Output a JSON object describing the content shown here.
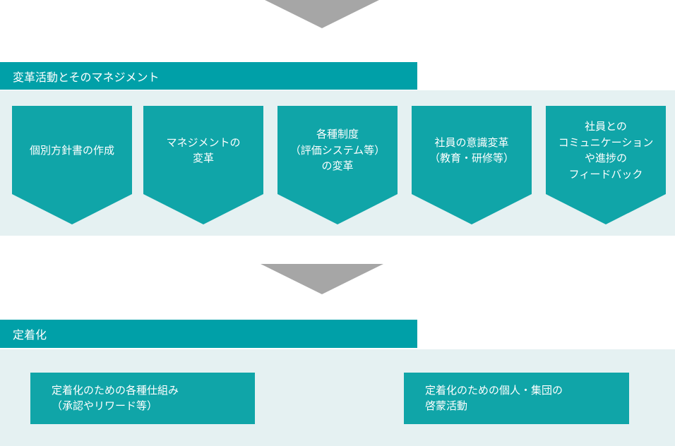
{
  "colors": {
    "header_teal": "#00a0a8",
    "shape_teal": "#10a5a8",
    "panel_background": "#e5f1f2",
    "arrow_gray": "#a6a6a6",
    "text_white": "#ffffff"
  },
  "sections": [
    {
      "title": "変革活動とそのマネジメント",
      "items": [
        {
          "label": "個別方針書の作成"
        },
        {
          "label": "マネジメントの\n変革"
        },
        {
          "label": "各種制度\n（評価システム等）\nの変革"
        },
        {
          "label": "社員の意識変革\n（教育・研修等）"
        },
        {
          "label": "社員との\nコミュニケーション\nや進捗の\nフィードバック"
        }
      ]
    },
    {
      "title": "定着化",
      "items": [
        {
          "label": "定着化のための各種仕組み\n（承認やリワード等）"
        },
        {
          "label": "定着化のための個人・集団の\n啓蒙活動"
        }
      ]
    }
  ]
}
